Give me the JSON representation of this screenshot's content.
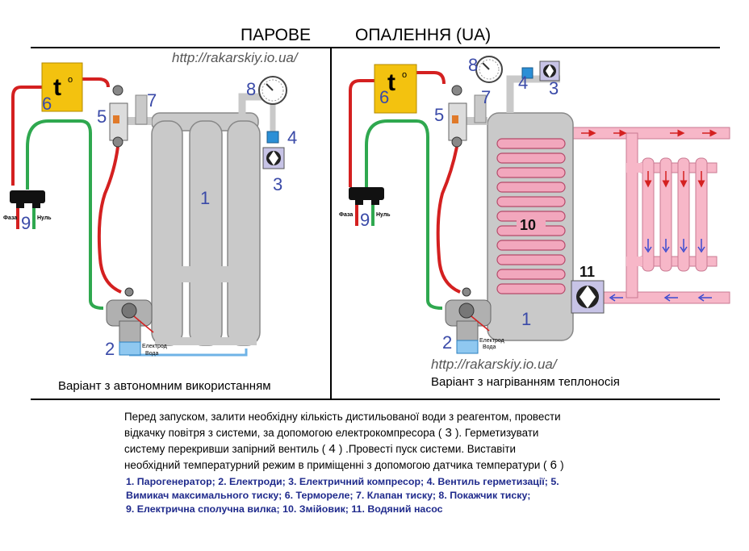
{
  "title_left": "ПАРОВЕ",
  "title_right": "ОПАЛЕННЯ (UA)",
  "url": "http://rakarskiy.io.ua/",
  "caption_left": "Варіант з автономним використанням",
  "caption_right": "Варіант з нагріванням теплоносія",
  "sensor_symbol": "t",
  "sensor_superscript": "o",
  "plug_phase": "Фаза",
  "plug_neutral": "Нуль",
  "electrode_label": "Електрод",
  "water_label": "Вода",
  "numbers": {
    "n1": "1",
    "n2": "2",
    "n3": "3",
    "n4": "4",
    "n5": "5",
    "n6": "6",
    "n7": "7",
    "n8": "8",
    "n9": "9",
    "n10": "10",
    "n11": "11"
  },
  "instructions": {
    "line1": "Перед запуском, залити необхідну кількість дистильованої води з реагентом, провести",
    "line2a": "відкачку повітря з системи, за допомогою електрокомпресора (",
    "line2n": " 3 ",
    "line2b": "). Герметизувати",
    "line3a": "систему перекривши запірний вентиль (",
    "line3n": " 4 ",
    "line3b": ") .Провесті пуск системи.    Виставіти",
    "line4a": "необхідний температурний режим в приміщенні з допомогою датчика температури (",
    "line4n": " 6 ",
    "line4b": ")"
  },
  "legend": {
    "line1": "1. Парогенератор; 2. Електроди; 3. Електричний компресор; 4. Вентиль герметизації; 5.",
    "line2": "Вимикач максимального тиску; 6. Термореле; 7. Клапан тиску; 8. Покажчик тиску;",
    "line3": "9. Електрична сполучна вилка; 10. Змійовик; 11. Водяний насос"
  },
  "colors": {
    "yellow_box": "#f3c20f",
    "number_blue": "#3a4aa8",
    "boiler_gray": "#c9c9c9",
    "coolant_pink": "#f7b7c8",
    "coil_pink": "#f2a7bd",
    "wire_red": "#d42020",
    "wire_green": "#2fa84f",
    "water_blue": "#8fc8f0"
  }
}
